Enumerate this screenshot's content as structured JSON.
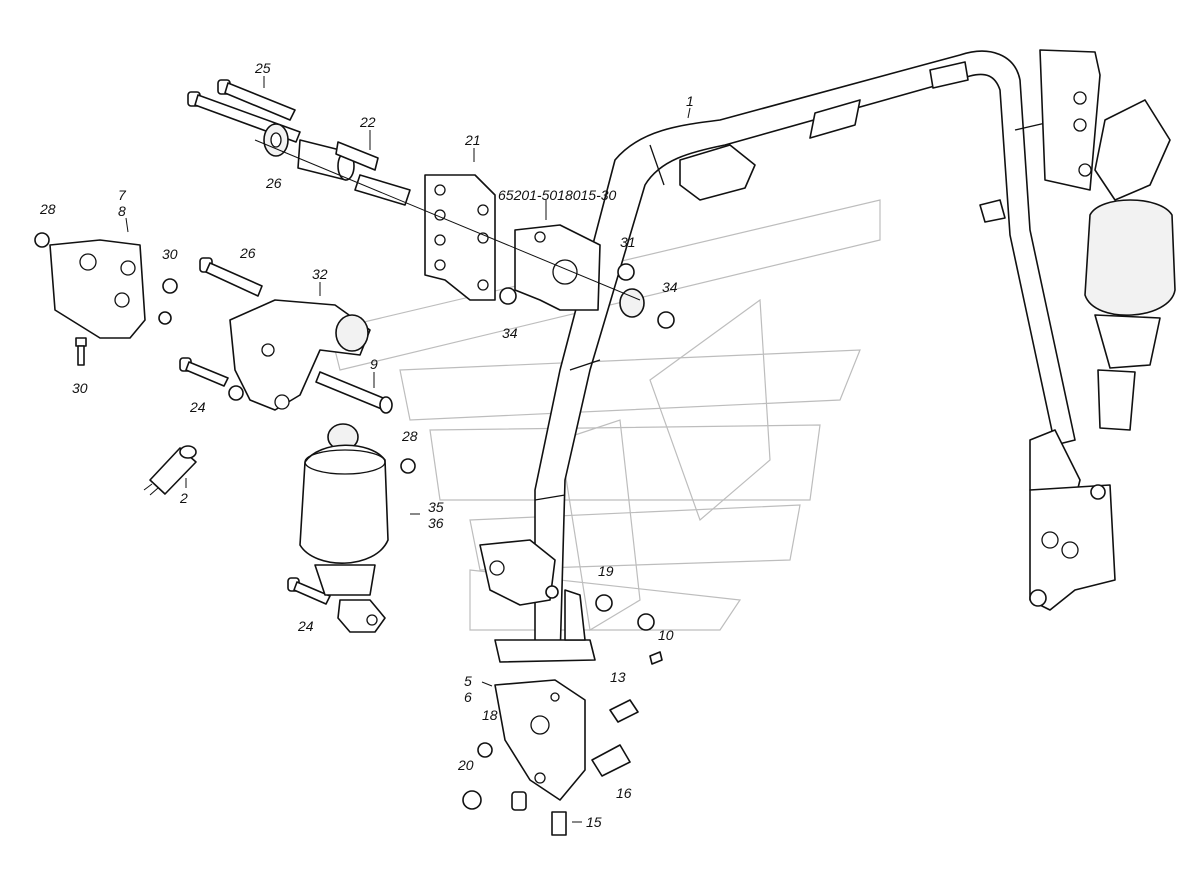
{
  "diagram": {
    "callouts": [
      {
        "id": "c1",
        "text": "1"
      },
      {
        "id": "c25",
        "text": "25"
      },
      {
        "id": "c22",
        "text": "22"
      },
      {
        "id": "c21",
        "text": "21"
      },
      {
        "id": "cpn",
        "text": "65201-5018015-30"
      },
      {
        "id": "c26a",
        "text": "26"
      },
      {
        "id": "c7",
        "text": "7"
      },
      {
        "id": "c8",
        "text": "8"
      },
      {
        "id": "c28a",
        "text": "28"
      },
      {
        "id": "c30a",
        "text": "30"
      },
      {
        "id": "c26b",
        "text": "26"
      },
      {
        "id": "c32",
        "text": "32"
      },
      {
        "id": "c31",
        "text": "31"
      },
      {
        "id": "c34a",
        "text": "34"
      },
      {
        "id": "c34b",
        "text": "34"
      },
      {
        "id": "c30b",
        "text": "30"
      },
      {
        "id": "c24a",
        "text": "24"
      },
      {
        "id": "c9",
        "text": "9"
      },
      {
        "id": "c28b",
        "text": "28"
      },
      {
        "id": "c2",
        "text": "2"
      },
      {
        "id": "c35",
        "text": "35"
      },
      {
        "id": "c36",
        "text": "36"
      },
      {
        "id": "c24b",
        "text": "24"
      },
      {
        "id": "c19",
        "text": "19"
      },
      {
        "id": "c10",
        "text": "10"
      },
      {
        "id": "c5",
        "text": "5"
      },
      {
        "id": "c6",
        "text": "6"
      },
      {
        "id": "c13",
        "text": "13"
      },
      {
        "id": "c18",
        "text": "18"
      },
      {
        "id": "c20",
        "text": "20"
      },
      {
        "id": "c16",
        "text": "16"
      },
      {
        "id": "c15",
        "text": "15"
      }
    ]
  }
}
